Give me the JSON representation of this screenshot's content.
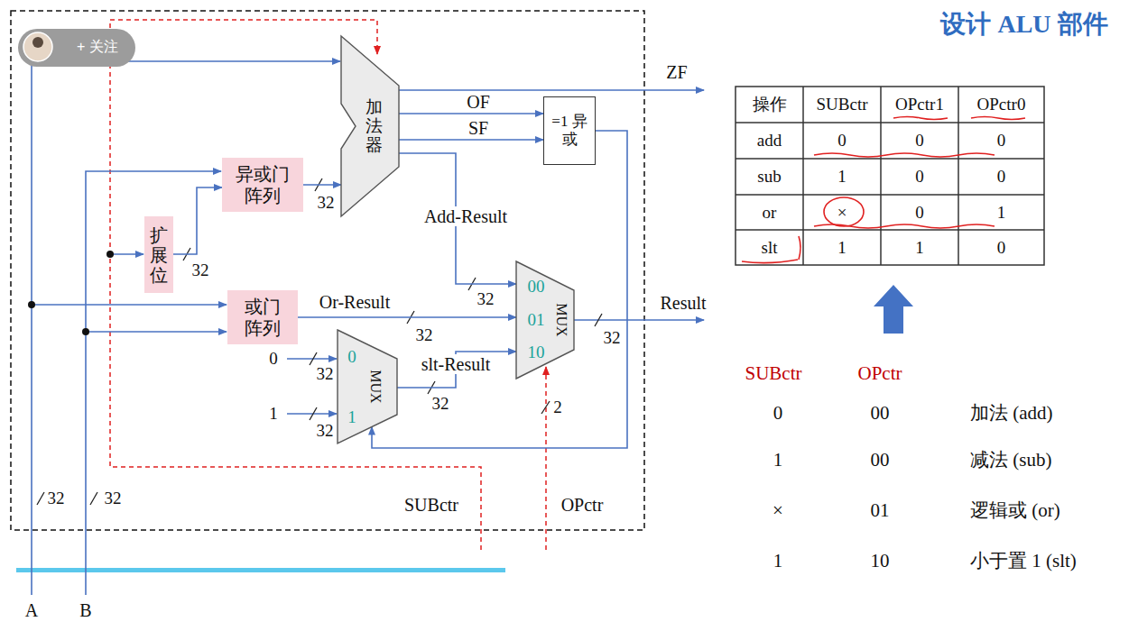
{
  "diagram": {
    "title": "设计 ALU 部件",
    "nodes": [
      {
        "text": [
          "加法器"
        ]
      },
      {
        "text": [
          "异或门 阵列"
        ]
      },
      {
        "text": [
          "扩展位"
        ]
      },
      {
        "text": [
          "或门 阵列"
        ]
      },
      {
        "text": [
          "0",
          "1",
          "MUX"
        ]
      },
      {
        "text": [
          "00",
          "01",
          "10",
          "MUX"
        ]
      },
      {
        "text": [
          "=1 异或"
        ]
      }
    ],
    "edges": [
      {
        "from": 2,
        "to": 1,
        "arrow": "to"
      },
      {
        "from": 1,
        "to": 0,
        "arrow": "to"
      },
      {
        "from": 0,
        "to": 6,
        "label": "OF",
        "arrow": "to"
      },
      {
        "from": 0,
        "to": 6,
        "label": "SF",
        "arrow": "to"
      },
      {
        "from": 0,
        "to": 5,
        "label": "Add-Result",
        "arrow": "to"
      },
      {
        "from": 3,
        "to": 5,
        "label": "Or-Result",
        "arrow": "to"
      },
      {
        "from": 4,
        "to": 5,
        "label": "slt-Result",
        "arrow": "to"
      },
      {
        "from": 6,
        "to": 4,
        "arrow": "to"
      }
    ],
    "labels": [
      "+ 关注",
      "ZF",
      "32",
      "32",
      "32",
      "32",
      "0",
      "32",
      "1",
      "32",
      "32",
      "Result",
      "32",
      "2",
      "32",
      "32",
      "SUBctr",
      "OPctr",
      "A",
      "B",
      "操作",
      "SUBctr",
      "OPctr1",
      "OPctr0",
      "add",
      "0",
      "0",
      "0",
      "sub",
      "1",
      "0",
      "0",
      "or",
      "×",
      "0",
      "1",
      "slt",
      "1",
      "1",
      "0",
      "SUBctr",
      "OPctr",
      "0",
      "00",
      "加法 (add)",
      "1",
      "00",
      "减法 (sub)",
      "×",
      "01",
      "逻辑或 (or)",
      "1",
      "10",
      "小于置 1 (slt)"
    ]
  }
}
